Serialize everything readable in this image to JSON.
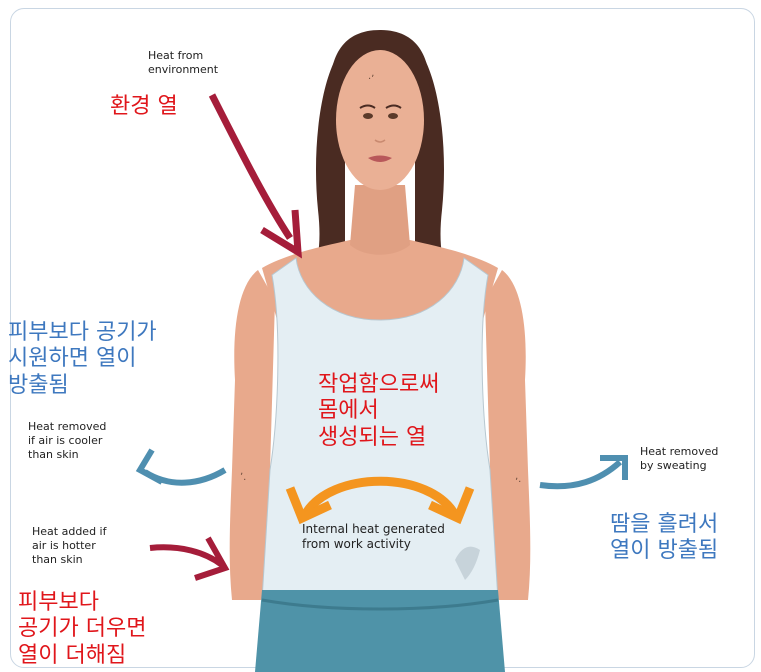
{
  "labels": {
    "heat_env_en": "Heat from\nenvironment",
    "heat_env_ko": "환경 열",
    "removed_cooler_en": "Heat removed\nif air is cooler\nthan skin",
    "removed_cooler_ko": "피부보다 공기가\n시원하면 열이\n방출됨",
    "internal_ko": "작업함으로써\n몸에서\n생성되는 열",
    "internal_en": "Internal heat generated\nfrom work activity",
    "sweat_en": "Heat removed\nby sweating",
    "sweat_ko": "땀을 흘려서\n열이 방출됨",
    "added_hotter_en": "Heat added if\nair is hotter\nthan skin",
    "added_hotter_ko": "피부보다\n공기가 더우면\n열이 더해짐"
  },
  "colors": {
    "incoming_arrow": "#a51d3a",
    "outgoing_arrow": "#4f8fb0",
    "internal_arrow": "#f4951f",
    "korean_red": "#e0161b",
    "korean_blue": "#3e78bf"
  },
  "figure": {
    "subject": "woman-in-tank-top-illustration"
  }
}
